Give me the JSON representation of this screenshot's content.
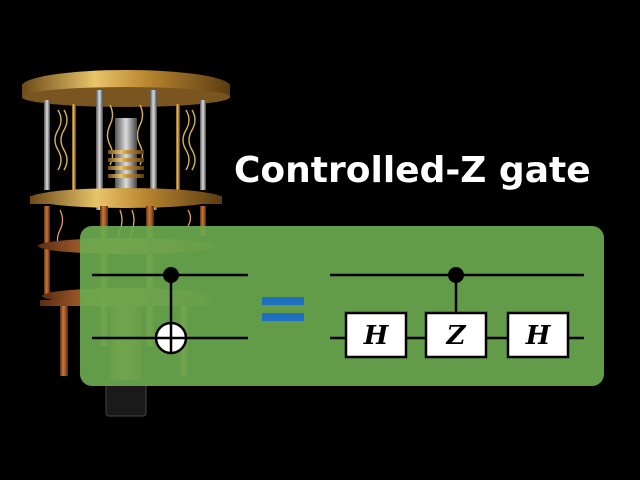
{
  "title": "Controlled-Z gate",
  "diagram": {
    "equals_symbol": "=",
    "gates": [
      {
        "label": "H"
      },
      {
        "label": "Z"
      },
      {
        "label": "H"
      }
    ]
  },
  "colors": {
    "background": "#000000",
    "panel": "#6aa84f",
    "equals": "#1f6fc0",
    "wire": "#000000",
    "gate_fill": "#ffffff",
    "title": "#ffffff",
    "brass": "#c99a3a"
  },
  "icons": {
    "hardware": "dilution-refrigerator-image",
    "control": "control-dot-icon",
    "target": "cnot-target-icon"
  }
}
